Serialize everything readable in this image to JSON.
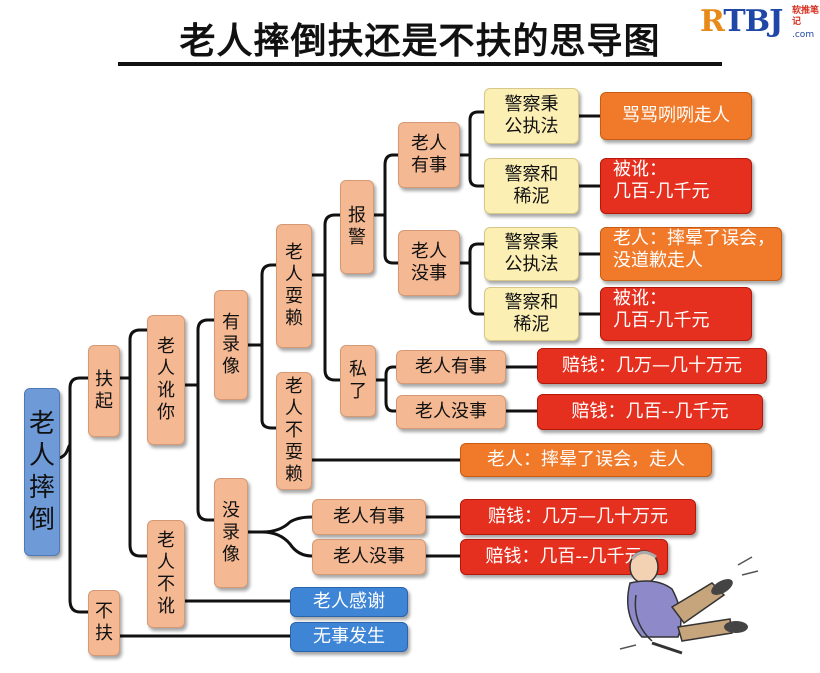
{
  "title": "老人摔倒扶还是不扶的思导图",
  "logo": {
    "mark_r": "R",
    "mark_rest": "TBJ",
    "sub": "软推笔记",
    "com": ".com"
  },
  "nodes": {
    "root": "老人摔倒",
    "fu_qi": "扶起",
    "bu_fu": "不扶",
    "laoren_e_ni": "老人讹你",
    "laoren_bu_e": "老人不讹",
    "you_luxiang": "有录像",
    "mei_luxiang": "没录像",
    "laoren_shualai": "老人耍赖",
    "laoren_bu_shualai": "老人不耍赖",
    "baojing": "报警",
    "si_le": "私了",
    "laoren_youshi_1": "老人有事",
    "laoren_meishi_1": "老人没事",
    "jingcha_bingong_1": "警察秉公执法",
    "jingcha_xini_1": "警察和稀泥",
    "jingcha_bingong_2": "警察秉公执法",
    "jingcha_xini_2": "警察和稀泥",
    "res_maima": "骂骂咧咧走人",
    "res_bee_1": "被讹：几百-几千元",
    "res_wuhui_daoqian": "老人：摔晕了误会，没道歉走人",
    "res_bee_2": "被讹：几百-几千元",
    "si_youshi": "老人有事",
    "si_meishi": "老人没事",
    "res_si_youshi": "赔钱：几万—几十万元",
    "res_si_meishi": "赔钱：几百--几千元",
    "res_bushualai": "老人：摔晕了误会，走人",
    "mei_youshi": "老人有事",
    "mei_meishi": "老人没事",
    "res_mei_youshi": "赔钱：几万—几十万元",
    "res_mei_meishi": "赔钱：几百--几千元",
    "res_ganxie": "老人感谢",
    "res_wushi": "无事发生"
  },
  "split_labels": {
    "jingcha_bingong_1": [
      "警察秉",
      "公执法"
    ],
    "jingcha_xini_1": [
      "警察和",
      "稀泥"
    ],
    "jingcha_bingong_2": [
      "警察秉",
      "公执法"
    ],
    "jingcha_xini_2": [
      "警察和",
      "稀泥"
    ],
    "res_bee_1": [
      "被讹：",
      "几百-几千元"
    ],
    "res_wuhui_daoqian": [
      "老人：摔晕了误会，",
      "没道歉走人"
    ],
    "res_bee_2": [
      "被讹：",
      "几百-几千元"
    ]
  },
  "colors": {
    "peach": "#f4b893",
    "yellow": "#fbefb4",
    "orange": "#f07a2a",
    "red": "#e5301f",
    "blue": "#3f85d6",
    "root_blue": "#6e9bd8",
    "connector": "#111111"
  }
}
